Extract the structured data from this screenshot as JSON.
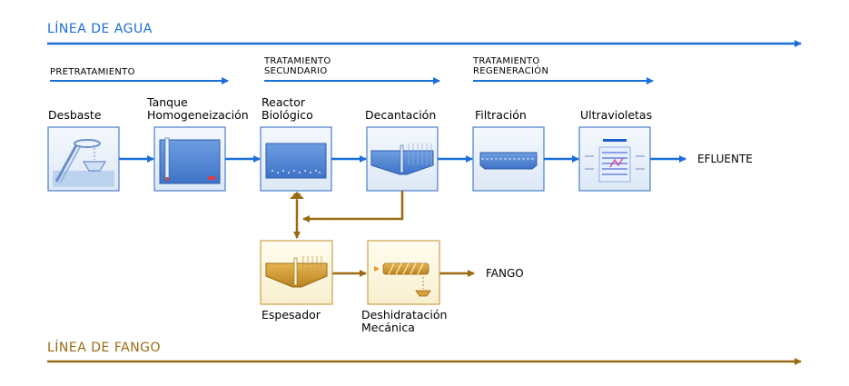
{
  "water_line": {
    "title": "LÍNEA DE AGUA",
    "color": "#1a6fd8"
  },
  "sludge_line": {
    "title": "LÍNEA DE FANGO",
    "color": "#9a6a12"
  },
  "sections": {
    "pretreatment": [
      "PRETRATAMIENTO"
    ],
    "secondary": [
      "TRATAMIENTO",
      "SECUNDARIO"
    ],
    "regeneration": [
      "TRATAMIENTO",
      "REGENERACIÓN"
    ]
  },
  "water_stages": [
    {
      "label": [
        "Desbaste"
      ],
      "icon": "screening-icon"
    },
    {
      "label": [
        "Tanque",
        "Homogeneización"
      ],
      "icon": "tank-icon"
    },
    {
      "label": [
        "Reactor",
        "Biológico"
      ],
      "icon": "reactor-icon"
    },
    {
      "label": [
        "Decantación"
      ],
      "icon": "clarifier-icon"
    },
    {
      "label": [
        "Filtración"
      ],
      "icon": "filter-icon"
    },
    {
      "label": [
        "Ultravioletas"
      ],
      "icon": "uv-lamp-icon"
    }
  ],
  "effluent_label": "EFLUENTE",
  "sludge_stages": [
    {
      "label": [
        "Espesador"
      ],
      "icon": "thickener-icon"
    },
    {
      "label": [
        "Deshidratación",
        "Mecánica"
      ],
      "icon": "dewatering-screw-icon"
    }
  ],
  "sludge_output_label": "FANGO"
}
